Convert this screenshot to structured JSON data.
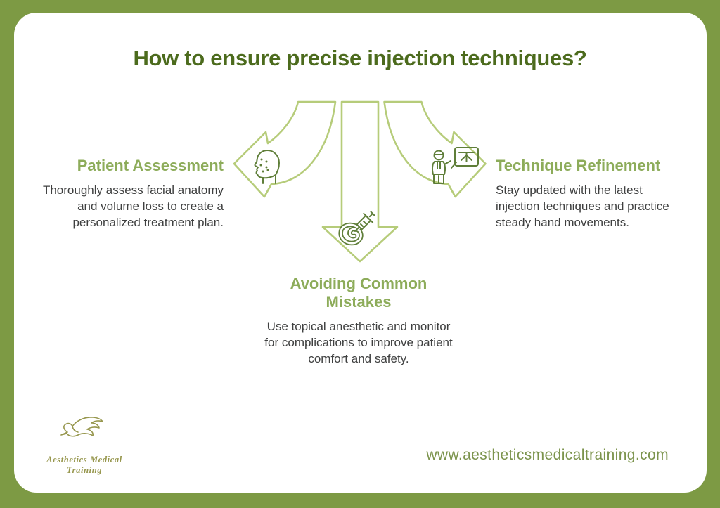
{
  "title": "How to ensure precise injection techniques?",
  "branches": {
    "left": {
      "heading": "Patient Assessment",
      "body": "Thoroughly assess facial anatomy and volume loss to create a personalized treatment plan.",
      "icon": "face-profile-icon",
      "direction": "left"
    },
    "right": {
      "heading": "Technique Refinement",
      "body": "Stay updated with the latest injection techniques and practice steady hand movements.",
      "icon": "presenter-board-icon",
      "direction": "right"
    },
    "bottom": {
      "heading": "Avoiding Common Mistakes",
      "body": "Use topical anesthetic and monitor for complications to improve patient comfort and safety.",
      "icon": "syringe-icon",
      "direction": "down"
    }
  },
  "footer": {
    "logo": {
      "icon": "dove-logo-icon",
      "line1": "Aesthetics Medical",
      "line2": "Training"
    },
    "website": "www.aestheticsmedicaltraining.com"
  },
  "colors": {
    "frame": "#7d9a44",
    "card": "#ffffff",
    "title": "#4c6b1d",
    "heading": "#8dac5a",
    "body_text": "#3f4040",
    "arrow_outline": "#b6cc7a",
    "icon_stroke": "#5f7e39",
    "logo": "#97974e",
    "website": "#7c944d"
  }
}
